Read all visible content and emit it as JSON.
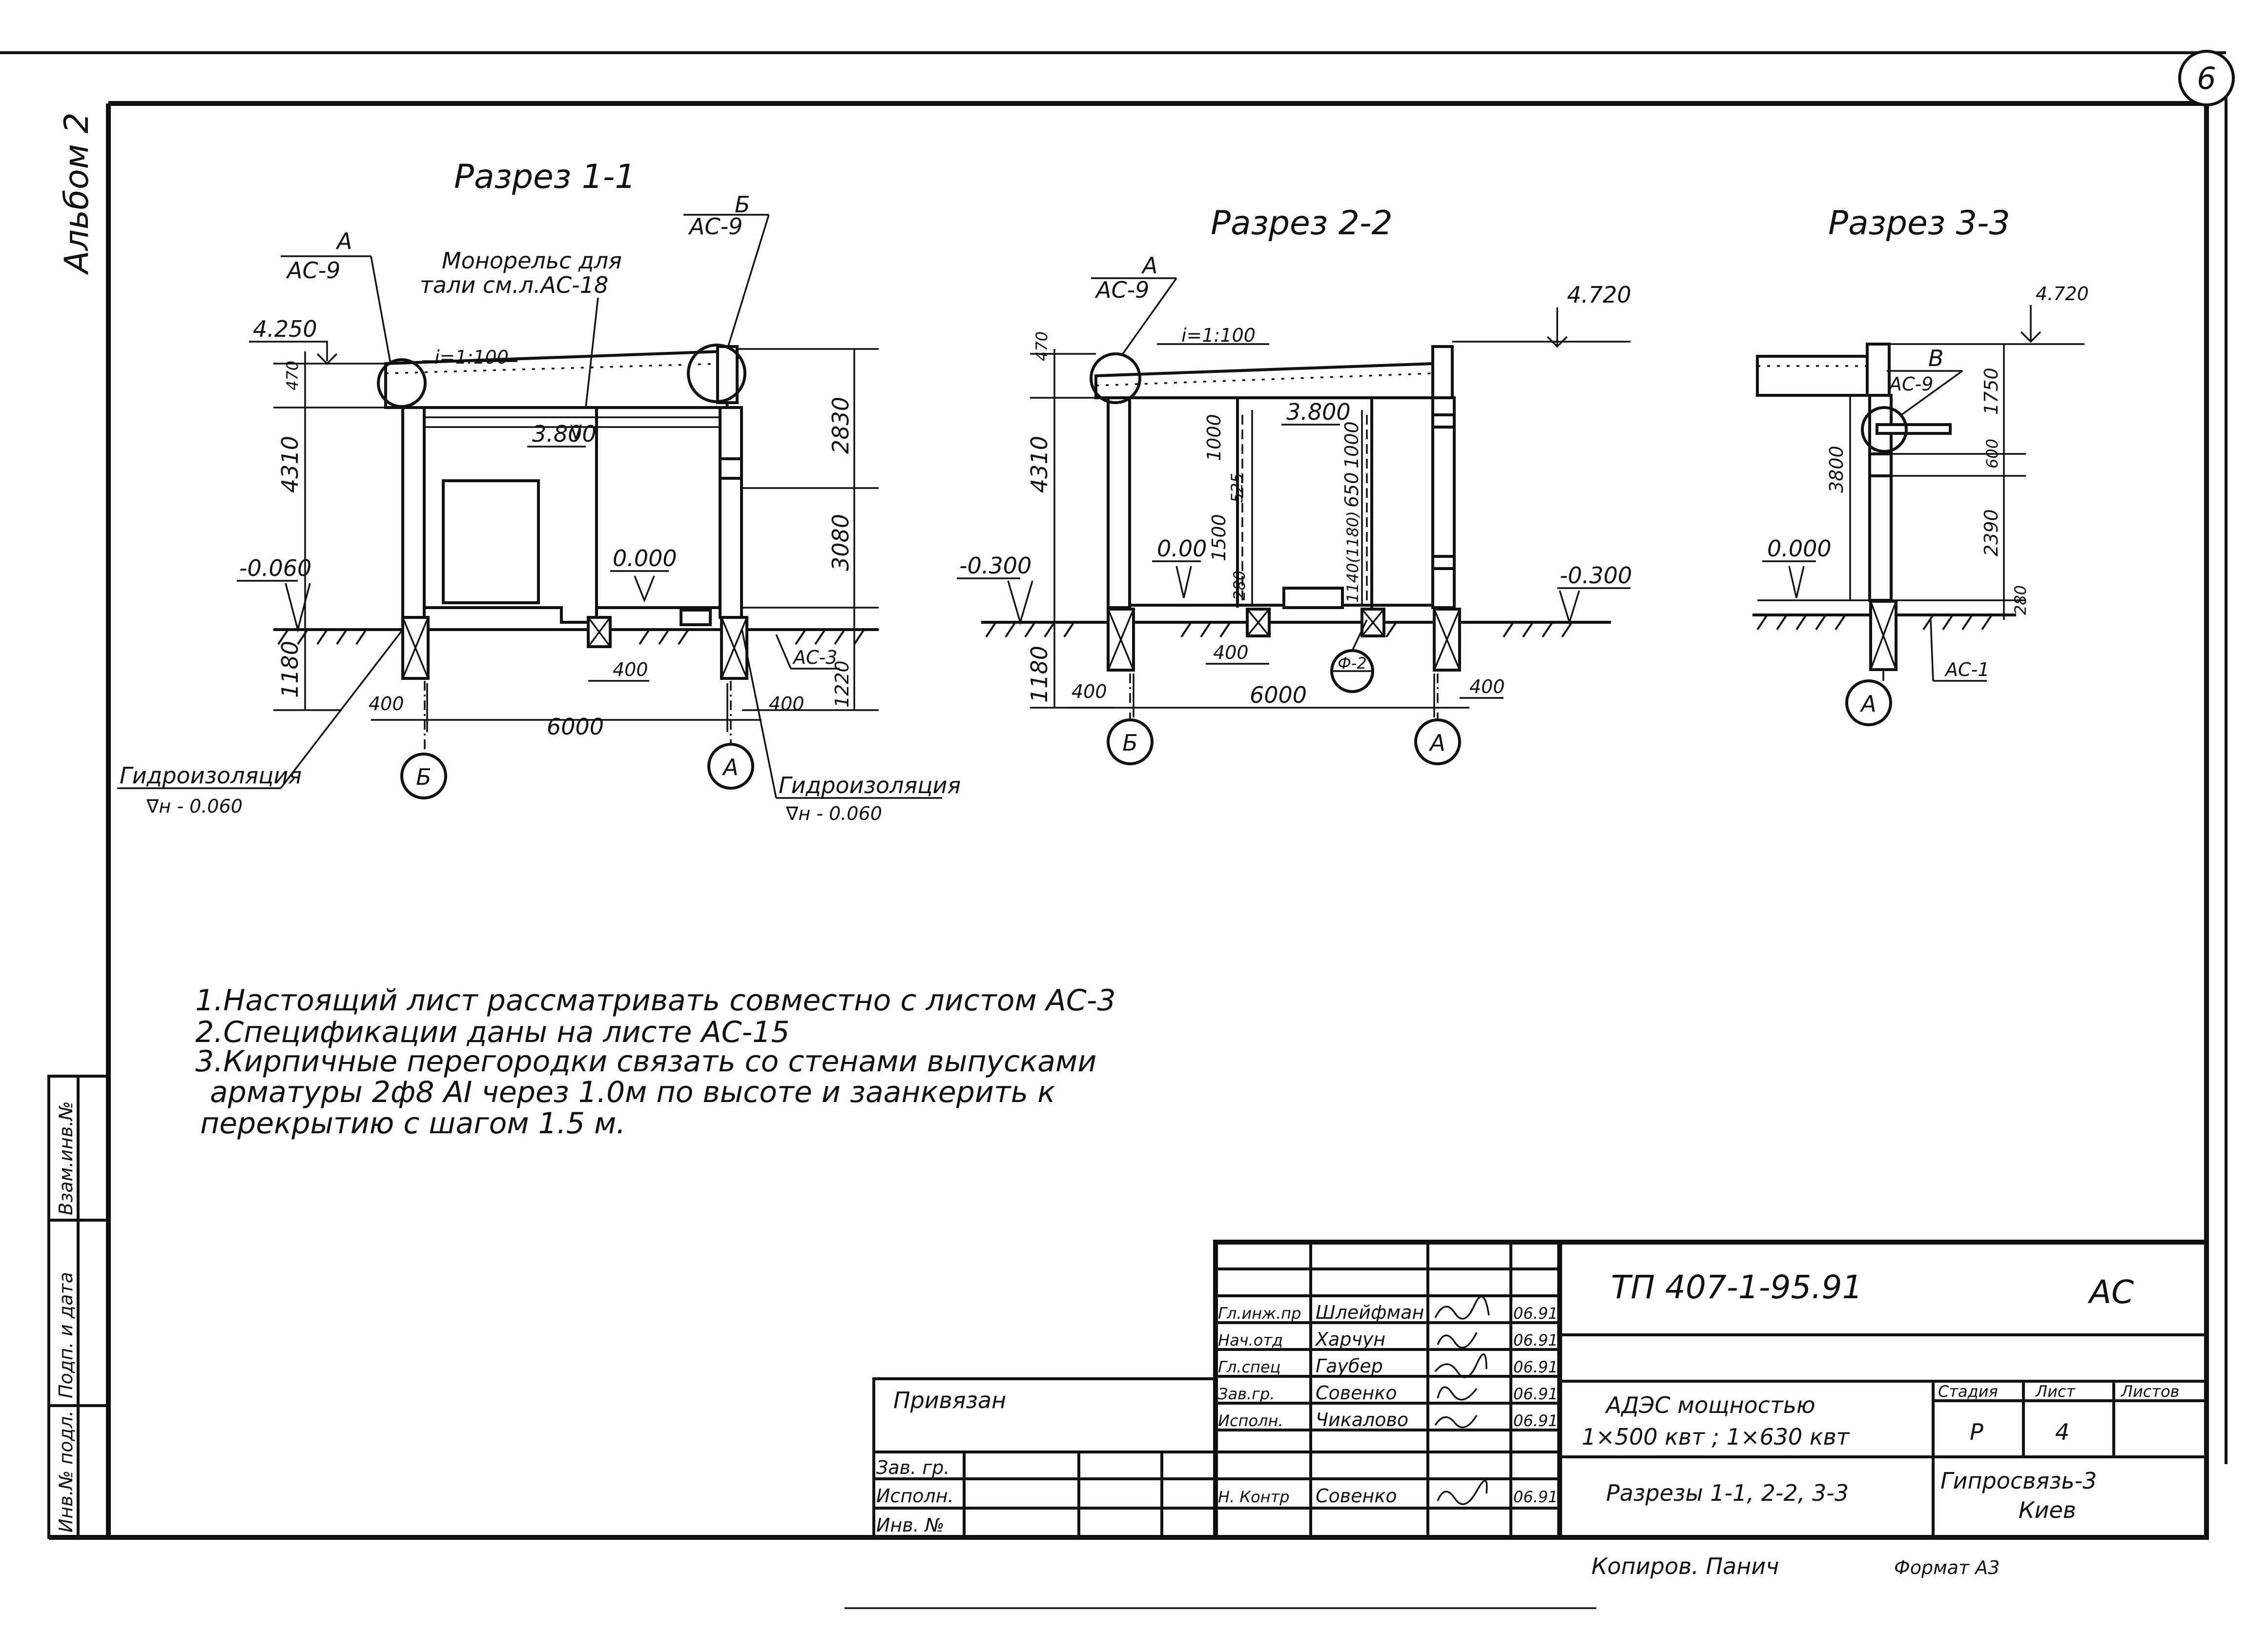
{
  "sheet": {
    "number": "6",
    "album": "Альбом 2"
  },
  "sections": {
    "s1": {
      "title": "Разрез 1-1",
      "callout_a": {
        "letter": "А",
        "sheet": "АС-9"
      },
      "callout_b": {
        "letter": "Б",
        "sheet": "АС-9"
      },
      "monorail": [
        "Монорельс для",
        "тали см.л.АС-18"
      ],
      "slope": "i=1:100",
      "elev_top": "4.250",
      "elev_ceiling": "3.800",
      "elev_floor": "0.000",
      "elev_ground": "-0.060",
      "dims_left": [
        "470",
        "4310",
        "1180"
      ],
      "dims_right": [
        "2830",
        "3080",
        "1220"
      ],
      "dim_span": "6000",
      "dim_left_wall": "400",
      "dim_mid": "400",
      "dim_right_wall": "400",
      "ref_ac": "АС-3",
      "axis_left": "Б",
      "axis_right": "А",
      "waterproof_left": [
        "Гидроизоляция",
        "∇н - 0.060"
      ],
      "waterproof_right": [
        "Гидроизоляция",
        "∇н - 0.060"
      ]
    },
    "s2": {
      "title": "Разрез 2-2",
      "callout_a": {
        "letter": "А",
        "sheet": "АС-9"
      },
      "slope": "i=1:100",
      "elev_top": "4.720",
      "elev_ceiling": "3.800",
      "elev_floor": "0.00",
      "elev_left": "-0.300",
      "elev_right": "-0.300",
      "dims_left": [
        "470",
        "4310",
        "1180"
      ],
      "dims_inner_left": [
        "1000",
        "525",
        "1500",
        "280"
      ],
      "dims_inner_right": [
        "1000",
        "650",
        "1140(1180)"
      ],
      "dim_span": "6000",
      "dim_left_wall": "400",
      "dim_mid": "400",
      "dim_right_wall": "400",
      "ref_circle": "Ф-2",
      "axis_left": "Б",
      "axis_right": "А"
    },
    "s3": {
      "title": "Разрез 3-3",
      "callout_b": {
        "letter": "В",
        "sheet": "АС-9"
      },
      "elev_top": "4.720",
      "elev_floor": "0.000",
      "dims_left": [
        "3800"
      ],
      "dims_right": [
        "1750",
        "600",
        "2390",
        "280"
      ],
      "ref_ac": "АС-1",
      "axis": "А"
    }
  },
  "notes": [
    "1.Настоящий лист рассматривать совместно с листом АС-3",
    "2.Спецификации даны на листе АС-15",
    "3.Кирпичные перегородки связать со стенами выпусками",
    "арматуры 2ф8 АI через 1.0м по высоте и заанкерить к",
    "перекрытию с шагом 1.5 м."
  ],
  "side_stamp": [
    "Инв.№ подл.",
    "Подп. и дата",
    "Взам.инв.№"
  ],
  "binding_block": {
    "title": "Привязан",
    "rows": [
      "Зав. гр.",
      "Исполн.",
      "Инв. №"
    ]
  },
  "title_block": {
    "code": "ТП 407-1-95.91",
    "mark": "АС",
    "signers": [
      {
        "role": "Гл.инж.пр",
        "name": "Шлейфман",
        "date": "06.91"
      },
      {
        "role": "Нач.отд",
        "name": "Харчун",
        "date": "06.91"
      },
      {
        "role": "Гл.спец",
        "name": "Гаубер",
        "date": "06.91"
      },
      {
        "role": "Зав.гр.",
        "name": "Совенко",
        "date": "06.91"
      },
      {
        "role": "Исполн.",
        "name": "Чикалово",
        "date": "06.91"
      },
      {
        "role": "Н. Контр",
        "name": "Совенко",
        "date": "06.91"
      }
    ],
    "object_line1": "АДЭС мощностью",
    "object_line2": "1×500 квт ; 1×630 квт",
    "sheet_title": "Разрезы 1-1, 2-2, 3-3",
    "stage_label": "Стадия",
    "sheet_label": "Лист",
    "sheets_label": "Листов",
    "stage": "Р",
    "sheet_no": "4",
    "org_line1": "Гипросвязь-3",
    "org_line2": "Киев",
    "copied": "Копиров. Панич",
    "format": "Формат А3"
  }
}
